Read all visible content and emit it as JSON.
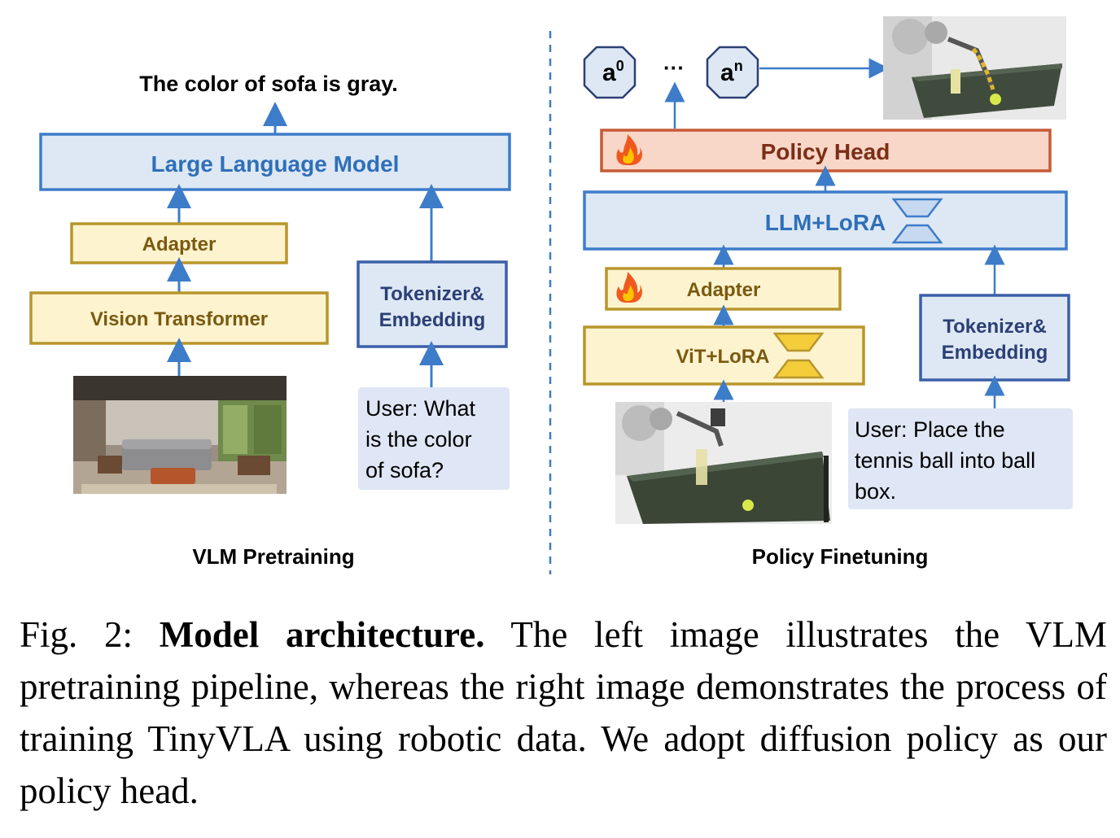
{
  "left": {
    "output_text": "The color of sofa is gray.",
    "llm_label": "Large Language Model",
    "adapter_label": "Adapter",
    "vit_label": "Vision Transformer",
    "tokenizer_line1": "Tokenizer&",
    "tokenizer_line2": "Embedding",
    "user_line1": "User: What",
    "user_line2": "is the color",
    "user_line3": "of sofa?",
    "section_title": "VLM Pretraining"
  },
  "right": {
    "action_first_base": "a",
    "action_first_sup": "0",
    "action_dots": "···",
    "action_last_base": "a",
    "action_last_sup": "n",
    "policy_head_label": "Policy Head",
    "llm_lora_label": "LLM+LoRA",
    "adapter_label": "Adapter",
    "vit_lora_label": "ViT+LoRA",
    "tokenizer_line1": "Tokenizer&",
    "tokenizer_line2": "Embedding",
    "user_line1": "User: Place the",
    "user_line2": "tennis ball into ball",
    "user_line3": "box.",
    "section_title": "Policy Finetuning"
  },
  "caption": {
    "fig_label": "Fig. 2:",
    "bold": "Model architecture.",
    "text": "The left image illustrates the VLM pretraining pipeline, whereas the right image demonstrates the process of training TinyVLA using robotic data. We adopt diffusion policy as our policy head."
  },
  "colors": {
    "blue_stroke": "#3d7cc9",
    "blue_fill": "#dde8f4",
    "blue_text": "#2f6fb8",
    "yellow_stroke": "#b8962c",
    "yellow_fill": "#fdf3cf",
    "yellow_text": "#7a5a10",
    "navy_stroke": "#3b5fa8",
    "navy_text": "#2c3f75",
    "salmon_stroke": "#c65a36",
    "salmon_fill": "#f8d6c8",
    "salmon_text": "#7a2f16",
    "prompt_fill": "#dfe6f5"
  }
}
